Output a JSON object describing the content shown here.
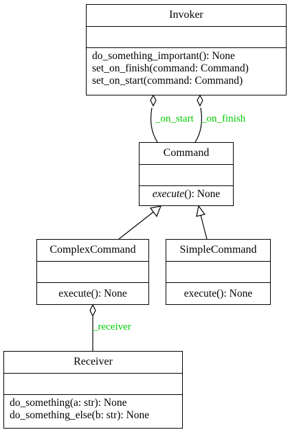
{
  "diagram": {
    "edge_color": "#00cc00",
    "classes": {
      "invoker": {
        "name": "Invoker",
        "methods": [
          "do_something_important(): None",
          "set_on_finish(command: Command)",
          "set_on_start(command: Command)"
        ]
      },
      "command": {
        "name": "Command",
        "method_name": "execute",
        "method_rest": "(): None"
      },
      "complex_command": {
        "name": "ComplexCommand",
        "methods": [
          "execute(): None"
        ]
      },
      "simple_command": {
        "name": "SimpleCommand",
        "methods": [
          "execute(): None"
        ]
      },
      "receiver": {
        "name": "Receiver",
        "methods": [
          "do_something(a: str): None",
          "do_something_else(b: str): None"
        ]
      }
    },
    "edges": {
      "on_start": "_on_start",
      "on_finish": "_on_finish",
      "receiver": "_receiver"
    }
  }
}
